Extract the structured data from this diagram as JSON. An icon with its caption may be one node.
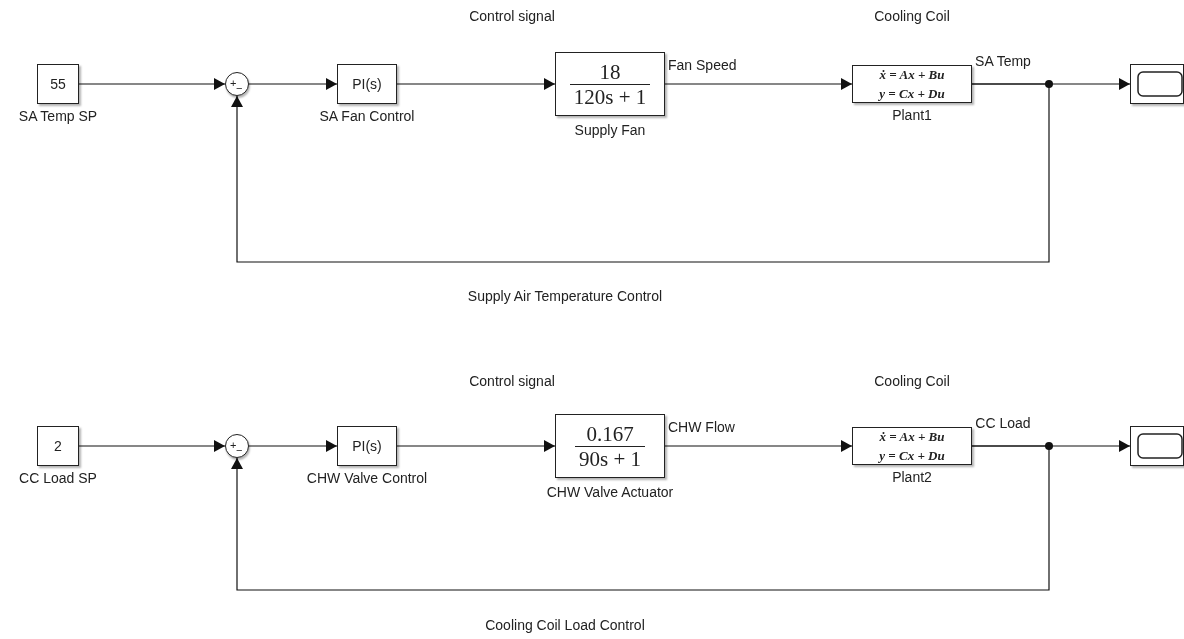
{
  "diagram": {
    "nodes": [
      {
        "text": [
          "55"
        ],
        "beside": [
          "SA Temp SP"
        ]
      },
      {
        "text": [
          "+",
          "−"
        ]
      },
      {
        "text": [
          "PI(s)"
        ],
        "beside": [
          "SA Fan Control"
        ]
      },
      {
        "text": [
          "18",
          "120s + 1"
        ],
        "beside": [
          "Supply Fan"
        ]
      },
      {
        "text": [
          "ẋ = Ax + Bu",
          "y = Cx + Du"
        ],
        "beside": [
          "Plant1"
        ]
      },
      {
        "text": [],
        "shape": "box"
      },
      {
        "text": [
          "2"
        ],
        "beside": [
          "CC Load SP"
        ]
      },
      {
        "text": [
          "+",
          "−"
        ]
      },
      {
        "text": [
          "PI(s)"
        ],
        "beside": [
          "CHW Valve Control"
        ]
      },
      {
        "text": [
          "0.167",
          "90s + 1"
        ],
        "beside": [
          "CHW Valve Actuator"
        ]
      },
      {
        "text": [
          "ẋ = Ax + Bu",
          "y = Cx + Du"
        ],
        "beside": [
          "Plant2"
        ]
      },
      {
        "text": [],
        "shape": "box"
      }
    ],
    "edges": [
      {
        "from": 0,
        "to": 1,
        "arrow": "to"
      },
      {
        "from": 1,
        "to": 2,
        "arrow": "to"
      },
      {
        "from": 2,
        "to": 3,
        "arrow": "to"
      },
      {
        "from": 3,
        "to": 4,
        "arrow": "to",
        "label": "Fan Speed"
      },
      {
        "from": 4,
        "to": 5,
        "arrow": "to",
        "label": "SA Temp"
      },
      {
        "from": 4,
        "to": 1,
        "arrow": "to"
      },
      {
        "from": 6,
        "to": 7,
        "arrow": "to"
      },
      {
        "from": 7,
        "to": 8,
        "arrow": "to"
      },
      {
        "from": 8,
        "to": 9,
        "arrow": "to"
      },
      {
        "from": 9,
        "to": 10,
        "arrow": "to",
        "label": "CHW Flow"
      },
      {
        "from": 10,
        "to": 11,
        "arrow": "to",
        "label": "CC Load"
      },
      {
        "from": 10,
        "to": 7,
        "arrow": "to"
      }
    ],
    "labels": [
      "Control signal",
      "Cooling Coil",
      "Supply Air Temperature Control",
      "Control signal",
      "Cooling Coil",
      "Cooling Coil Load Control"
    ]
  }
}
